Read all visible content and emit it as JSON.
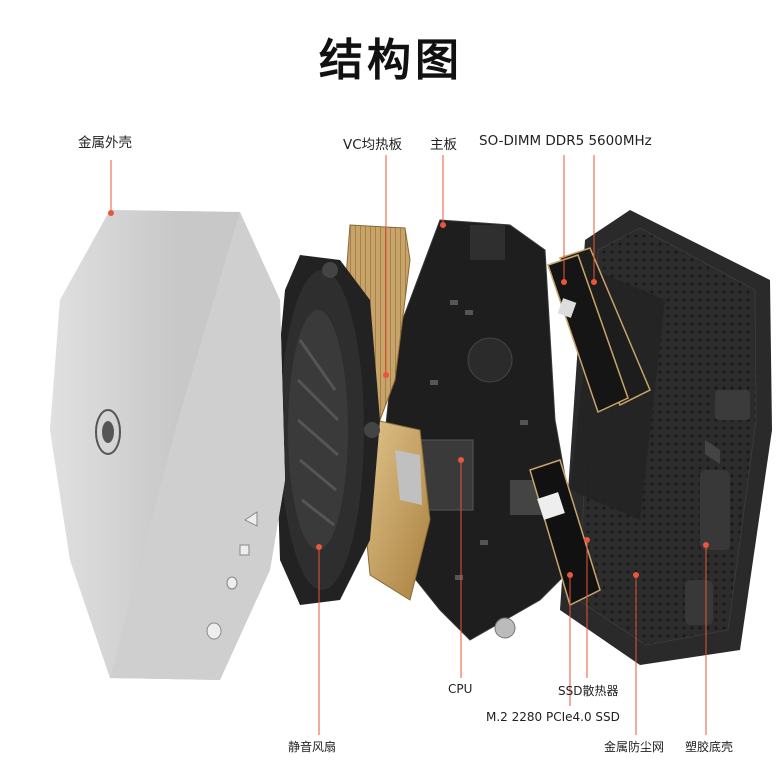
{
  "title": "结构图",
  "labels": {
    "shell": "金属外壳",
    "vc": "VC均热板",
    "mainboard": "主板",
    "ram": "SO-DIMM DDR5 5600MHz",
    "fan": "静音风扇",
    "cpu": "CPU",
    "ssd_heatsink": "SSD散热器",
    "ssd": "M.2 2280 PCIe4.0 SSD",
    "dust_mesh": "金属防尘网",
    "plastic_base": "塑胶底壳"
  },
  "colors": {
    "leader": "#e8573a",
    "shell": "#c9c9c9",
    "copper": "#c9a46a",
    "board": "#1f1f1f",
    "base": "#2a2a2a"
  }
}
